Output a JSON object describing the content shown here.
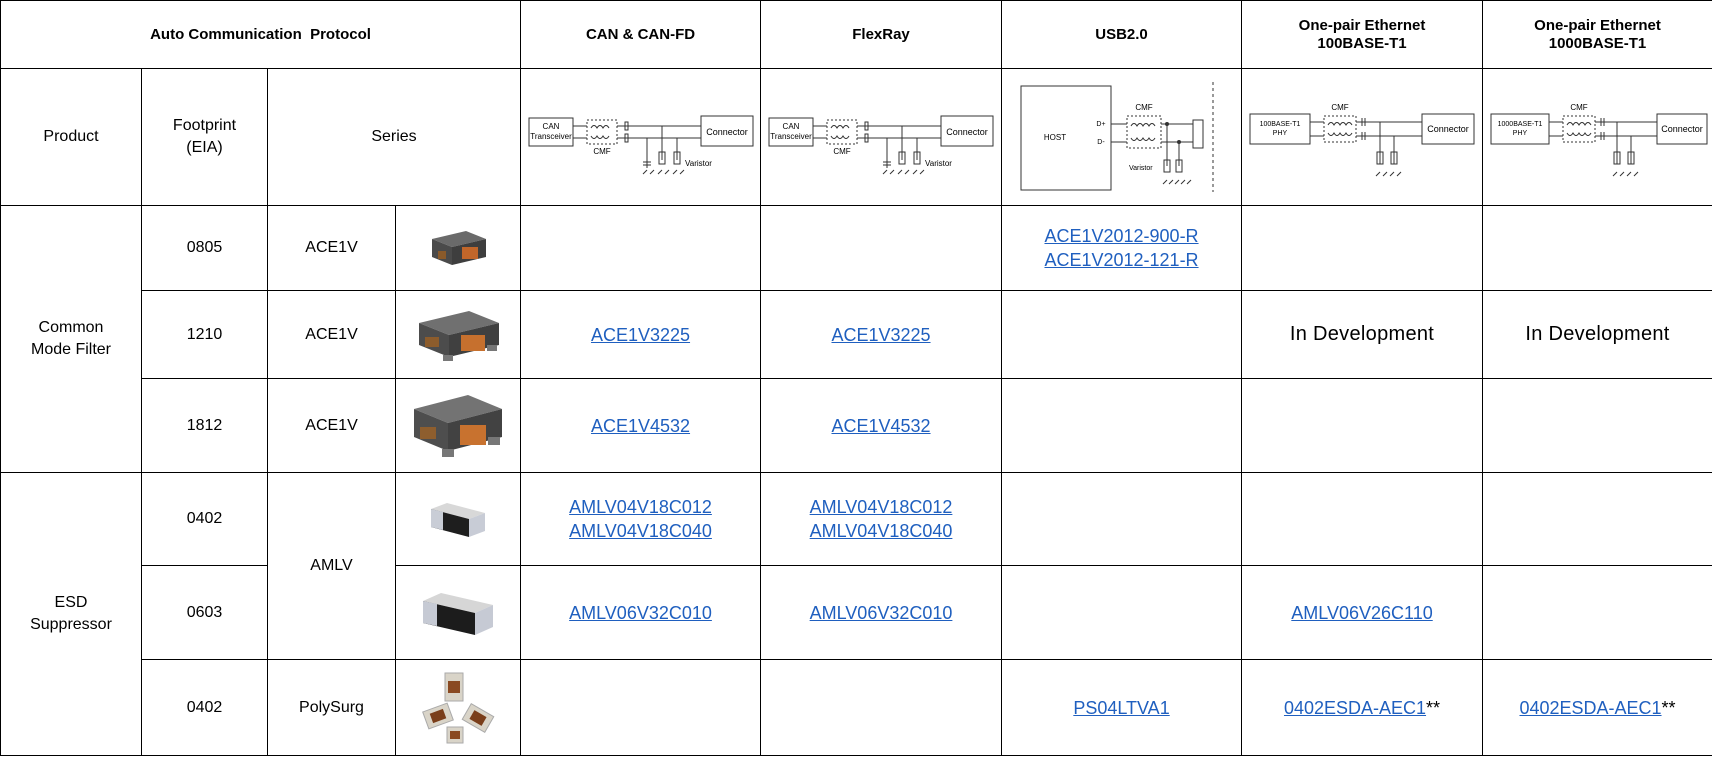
{
  "header": {
    "protocol_label": "Auto Communication  Protocol",
    "col_can": "CAN & CAN-FD",
    "col_flexray": "FlexRay",
    "col_usb": "USB2.0",
    "col_eth100_line1": "One-pair Ethernet",
    "col_eth100_line2": "100BASE-T1",
    "col_eth1000_line1": "One-pair Ethernet",
    "col_eth1000_line2": "1000BASE-T1"
  },
  "subheader": {
    "product": "Product",
    "footprint_line1": "Footprint",
    "footprint_line2": "(EIA)",
    "series": "Series"
  },
  "diagrams": {
    "can": {
      "transceiver1": "CAN",
      "transceiver2": "Transceiver",
      "cmf": "CMF",
      "connector": "Connector",
      "varistor": "Varistor"
    },
    "flexray": {
      "transceiver1": "CAN",
      "transceiver2": "Transceiver",
      "cmf": "CMF",
      "connector": "Connector",
      "varistor": "Varistor"
    },
    "usb": {
      "host": "HOST",
      "dplus": "D+",
      "dminus": "D-",
      "cmf": "CMF",
      "varistor": "Varistor"
    },
    "eth100": {
      "phy1": "100BASE-T1",
      "phy2": "PHY",
      "cmf": "CMF",
      "connector": "Connector"
    },
    "eth1000": {
      "phy1": "1000BASE-T1",
      "phy2": "PHY",
      "cmf": "CMF",
      "connector": "Connector"
    }
  },
  "groups": {
    "cmf_line1": "Common",
    "cmf_line2": "Mode Filter",
    "esd_line1": "ESD",
    "esd_line2": "Suppressor"
  },
  "rows": [
    {
      "footprint": "0805",
      "series": "ACE1V",
      "usb": [
        "ACE1V2012-900-R",
        "ACE1V2012-121-R"
      ]
    },
    {
      "footprint": "1210",
      "series": "ACE1V",
      "can": "ACE1V3225",
      "flexray": "ACE1V3225",
      "eth100": "In Development",
      "eth1000": "In Development"
    },
    {
      "footprint": "1812",
      "series": "ACE1V",
      "can": "ACE1V4532",
      "flexray": "ACE1V4532"
    },
    {
      "footprint": "0402",
      "series": "AMLV",
      "can": [
        "AMLV04V18C012",
        "AMLV04V18C040"
      ],
      "flexray": [
        "AMLV04V18C012",
        "AMLV04V18C040"
      ]
    },
    {
      "footprint": "0603",
      "can": "AMLV06V32C010",
      "flexray": "AMLV06V32C010",
      "eth100": "AMLV06V26C110"
    },
    {
      "footprint": "0402",
      "series": "PolySurg",
      "usb": "PS04LTVA1",
      "eth100": "0402ESDA-AEC1",
      "eth100_suffix": "**",
      "eth1000": "0402ESDA-AEC1",
      "eth1000_suffix": "**"
    }
  ]
}
